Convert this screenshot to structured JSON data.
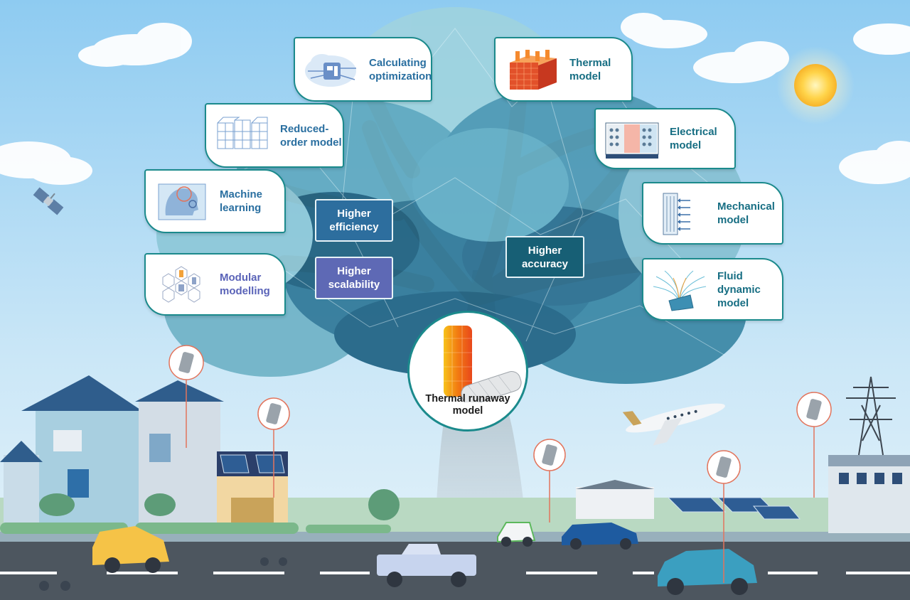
{
  "palette": {
    "sky": "#cde9f8",
    "card_border": "#1b8a8c",
    "efficiency_badge": "#2d6e9e",
    "scalability_badge": "#5e69b5",
    "accuracy_badge": "#175f75",
    "road": "#4d565f"
  },
  "cards": {
    "calculating_optimization": {
      "label": "Calculating\noptimization",
      "icon": "circuit-cloud-icon"
    },
    "reduced_order_model": {
      "label": "Reduced-\norder model",
      "icon": "wireframe-blocks-icon"
    },
    "machine_learning": {
      "label": "Machine\nlearning",
      "icon": "ai-head-icon"
    },
    "modular_modelling": {
      "label": "Modular\nmodelling",
      "icon": "hexagon-modules-icon"
    },
    "thermal_model": {
      "label": "Thermal\nmodel",
      "icon": "heat-cube-icon"
    },
    "electrical_model": {
      "label": "Electrical\nmodel",
      "icon": "battery-cells-icon"
    },
    "mechanical_model": {
      "label": "Mechanical\nmodel",
      "icon": "pressed-cell-icon"
    },
    "fluid_dynamic_model": {
      "label": "Fluid dynamic\nmodel",
      "icon": "flow-streamlines-icon"
    }
  },
  "badges": {
    "efficiency": "Higher\nefficiency",
    "scalability": "Higher\nscalability",
    "accuracy": "Higher\naccuracy"
  },
  "center": {
    "label": "Thermal runaway\nmodel",
    "icon": "cylindrical-cell-icon"
  },
  "scene_icons": [
    "satellite-icon",
    "sun-icon",
    "airplane-icon",
    "power-tower-icon",
    "battery-pin-icon",
    "car-icon",
    "house-icon",
    "solar-panel-icon"
  ]
}
